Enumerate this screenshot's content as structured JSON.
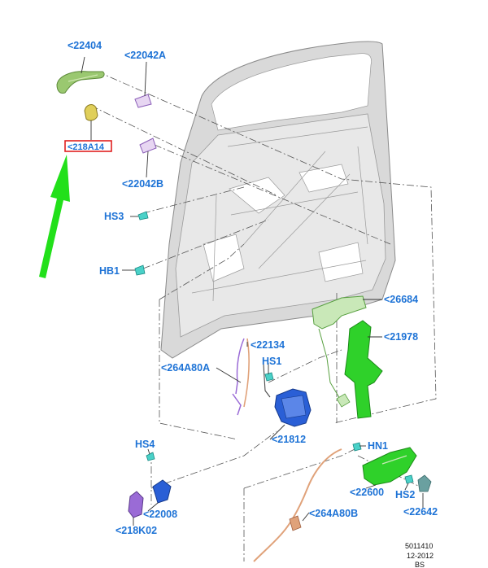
{
  "labels": {
    "l22404": "<22404",
    "l22042A": "<22042A",
    "l218A14": "<218A14",
    "l22042B": "<22042B",
    "lHS3": "HS3",
    "lHB1": "HB1",
    "l26684": "<26684",
    "l21978": "<21978",
    "l22134": "<22134",
    "lHS1": "HS1",
    "l264A80A": "<264A80A",
    "l21812": "<21812",
    "lHS4": "HS4",
    "lHN1": "HN1",
    "l22600": "<22600",
    "lHS2": "HS2",
    "l22642": "<22642",
    "l22008": "<22008",
    "l218K02": "<218K02",
    "l264A80B": "<264A80B"
  },
  "footer": {
    "code1": "5011410",
    "code2": "12-2012",
    "code3": "BS"
  },
  "colors": {
    "label": "#1e73d6",
    "highlight_box": "#e02020",
    "arrow": "#22e01a",
    "latch": "#2a5fd6",
    "bracket": "#2fd12a",
    "handle": "#9ac870",
    "cable": "#e0a27a",
    "rod": "#9a6bd6",
    "panel": "#d9d9d9"
  }
}
